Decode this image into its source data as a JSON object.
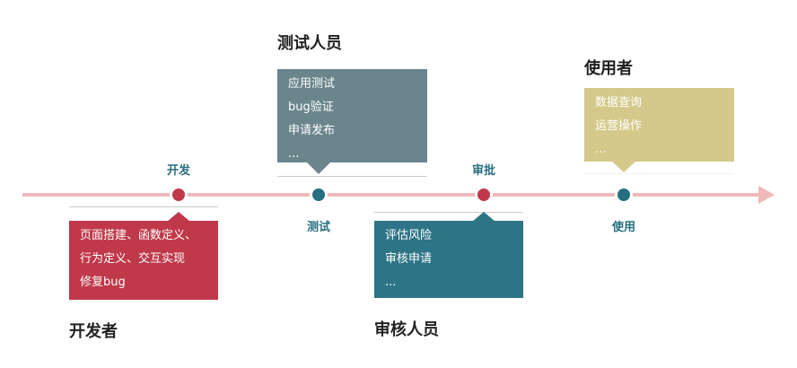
{
  "milestones": {
    "dev": "开发",
    "test": "测试",
    "approve": "审批",
    "use": "使用"
  },
  "roles": [
    {
      "title": "开发者",
      "items": [
        "页面搭建、函数定义、",
        "行为定义、交互实现",
        "修复bug"
      ]
    },
    {
      "title": "测试人员",
      "items": [
        "应用测试",
        "bug验证",
        "申请发布",
        "..."
      ]
    },
    {
      "title": "审核人员",
      "items": [
        "评估风险",
        "审核申请",
        "..."
      ]
    },
    {
      "title": "使用者",
      "items": [
        "数据查询",
        "运营操作",
        "..."
      ]
    }
  ],
  "colors": {
    "developer": "#c0394a",
    "tester": "#6a858c",
    "reviewer": "#2e7487",
    "user": "#d4c98a",
    "timeline": "#f0b9b9"
  }
}
